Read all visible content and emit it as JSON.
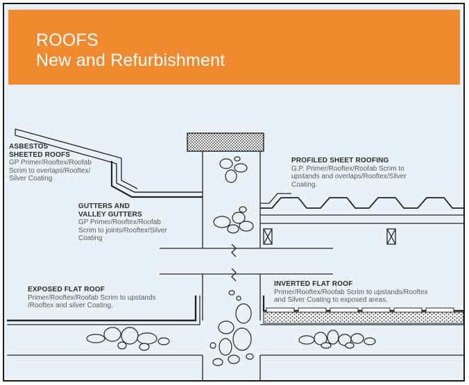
{
  "banner": {
    "title": "ROOFS",
    "subtitle": "New and Refurbishment",
    "color": "#f08a2e"
  },
  "labels": {
    "asbestos": {
      "heading_1": "ASBESTOS",
      "heading_2": "SHEETED ROOFS",
      "desc_1": "GP Primer/Rooftex/Roofab",
      "desc_2": "Scrim to overlaps/Rooftex/",
      "desc_3": "Silver Coating"
    },
    "gutters": {
      "heading_1": "GUTTERS AND",
      "heading_2": "VALLEY GUTTERS",
      "desc_1": "GP Primer/Rooftex/Roofab",
      "desc_2": "Scrim to joints/Rooftex/Silver",
      "desc_3": "Coating"
    },
    "profiled": {
      "heading": "PROFILED SHEET ROOFING",
      "desc_1": "G.P. Primer/Rooftex/Roofab Scrim to",
      "desc_2": "upstands and overlaps/Rooftex/Silver",
      "desc_3": "Coating."
    },
    "exposed": {
      "heading": "EXPOSED FLAT ROOF",
      "desc_1": "Primer/Rooftex/Roofab Scrim to upstands",
      "desc_2": "/Rooftex and silver Coating."
    },
    "inverted": {
      "heading": "INVERTED FLAT ROOF",
      "desc_1": "Primer/Rooftex/Roofab Scrim to upstands/Rooftex",
      "desc_2": "and Silver Coating to exposed areas."
    }
  }
}
